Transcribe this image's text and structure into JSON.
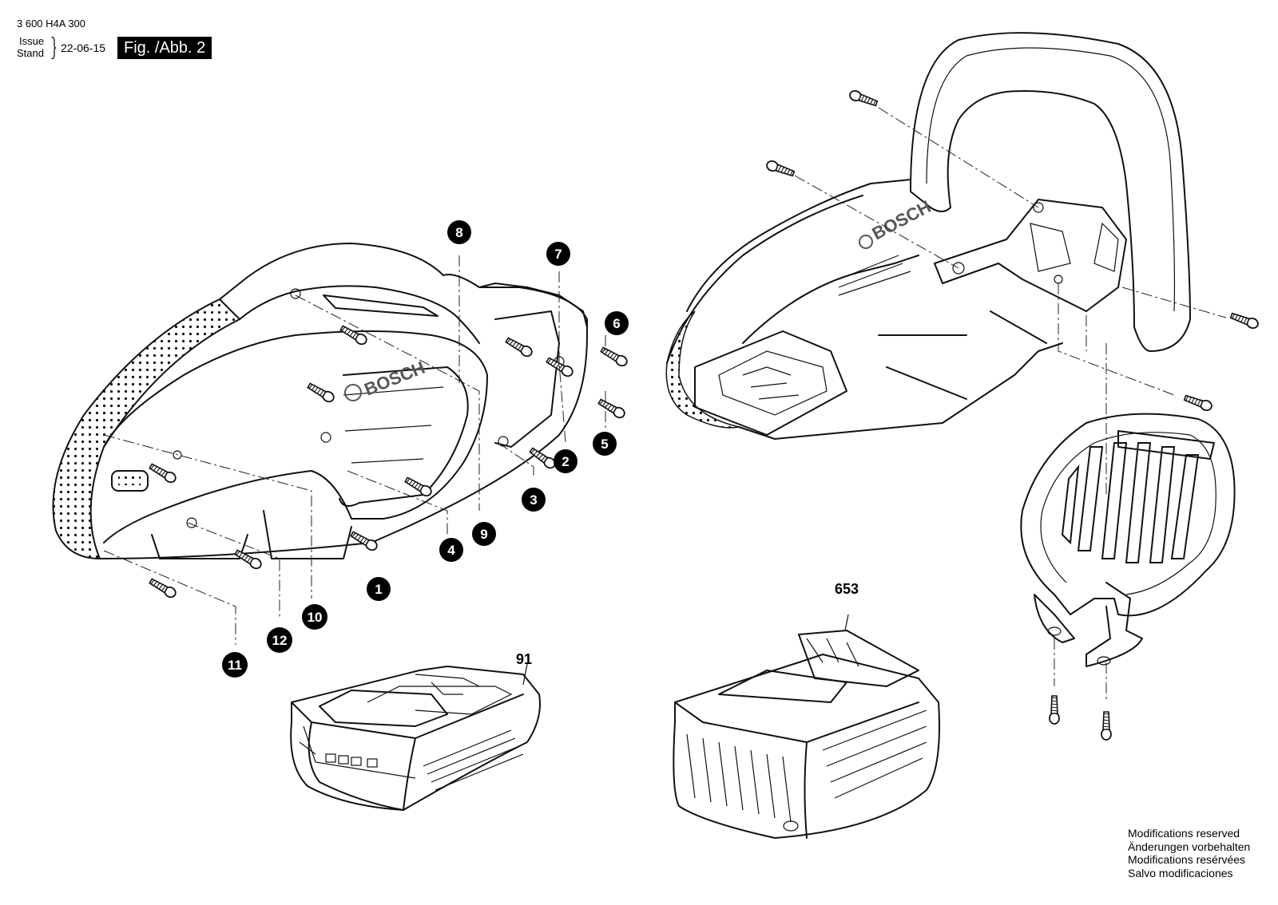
{
  "header": {
    "doc_number": "3 600 H4A 300",
    "issue_label": "Issue",
    "stand_label": "Stand",
    "issue_date": "22-06-15",
    "figure_label": "Fig. /Abb. 2"
  },
  "brand": {
    "logo_text": "BOSCH"
  },
  "callouts": {
    "c1": "1",
    "c2": "2",
    "c3": "3",
    "c4": "4",
    "c5": "5",
    "c6": "6",
    "c7": "7",
    "c8": "8",
    "c9": "9",
    "c10": "10",
    "c11": "11",
    "c12": "12"
  },
  "part_refs": {
    "battery": "91",
    "charger": "653"
  },
  "footer": {
    "modifications": [
      "Modifications reserved",
      "Änderungen vorbehalten",
      "Modifications resérvées",
      "Salvo modificaciones"
    ]
  }
}
